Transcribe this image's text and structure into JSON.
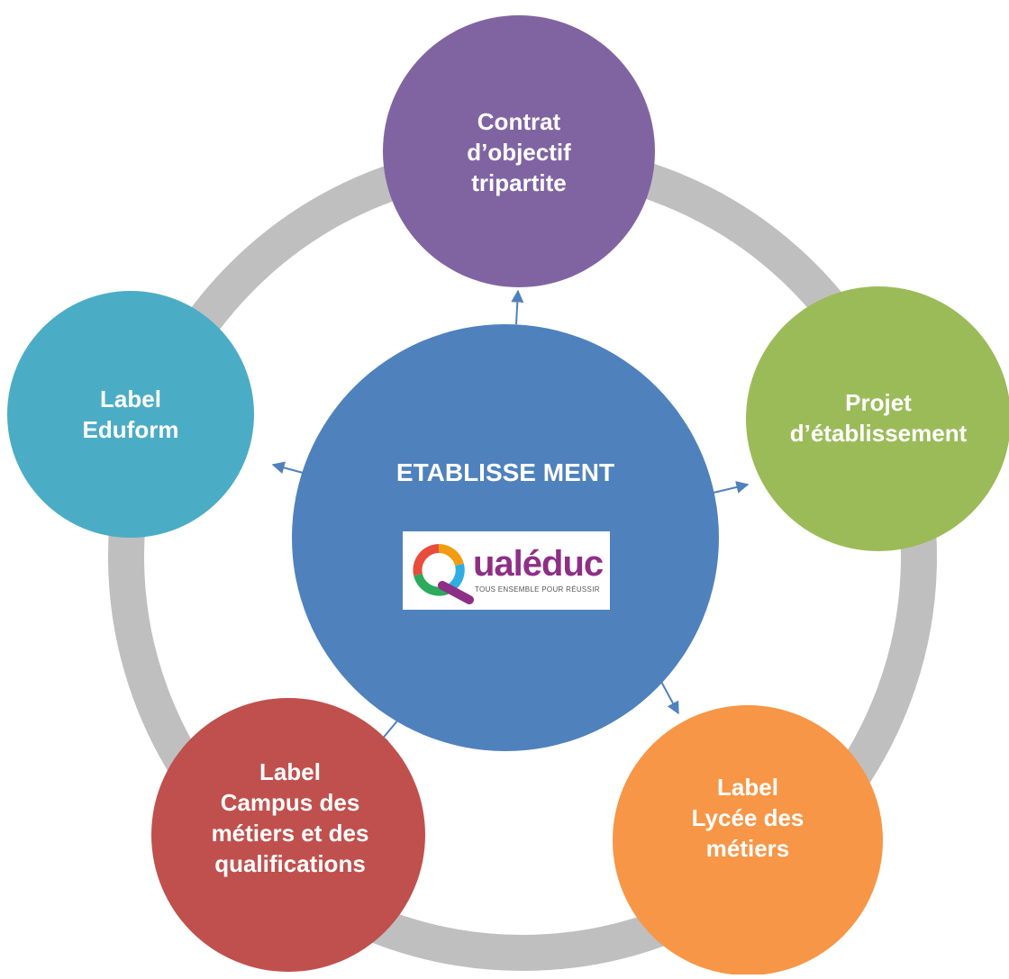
{
  "center": {
    "title": "ETABLISSE MENT",
    "color": "#4f81bd",
    "logo": {
      "name": "ualéduc",
      "tagline": "TOUS ENSEMBLE POUR RÉUSSIR",
      "name_color": "#8e2f86",
      "ring_colors": [
        "#e74c3c",
        "#f39c12",
        "#2eaee2",
        "#2eaa5d",
        "#8e2f86"
      ]
    }
  },
  "ring_color": "#bfbfbf",
  "arrow_color": "#4f81bd",
  "nodes": [
    {
      "id": "contrat",
      "color": "#8064a2",
      "lines": [
        "Contrat",
        "d’objectif",
        "tripartite"
      ]
    },
    {
      "id": "projet",
      "color": "#9bbb59",
      "lines": [
        "Projet",
        "d’établissement"
      ]
    },
    {
      "id": "lycee",
      "color": "#f79646",
      "lines": [
        "Label",
        "Lycée des",
        "métiers"
      ]
    },
    {
      "id": "campus",
      "color": "#c0504d",
      "lines": [
        "Label",
        "Campus des",
        "métiers et des",
        "qualifications"
      ]
    },
    {
      "id": "eduform",
      "color": "#4bacc6",
      "lines": [
        "Label",
        "Eduform"
      ]
    }
  ]
}
